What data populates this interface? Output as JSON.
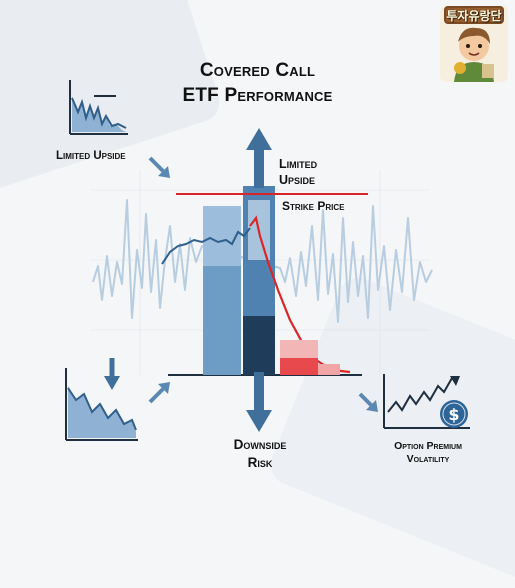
{
  "title": {
    "line1": "Covered Call",
    "line2": "ETF Performance"
  },
  "labels": {
    "limited_upside_top": "Limited Upside",
    "limited_upside_mid_1": "Limited",
    "limited_upside_mid_2": "Upside",
    "strike_price": "Strike Price",
    "downside_1": "Downside",
    "downside_2": "Risk",
    "option_1": "Option Premium",
    "option_2": "Volatility"
  },
  "badge": {
    "text": "투자유랑단"
  },
  "colors": {
    "dark_blue": "#3f6f9a",
    "mid_blue": "#6d9cc5",
    "light_blue": "#a9c6e2",
    "red": "#d9262b",
    "noise": "#b8cde0",
    "dark": "#1f2f3f"
  },
  "icons": [
    "arrow-up-icon",
    "arrow-down-icon",
    "small-arrow-icon",
    "dollar-coin-icon",
    "trend-chart-icon"
  ]
}
